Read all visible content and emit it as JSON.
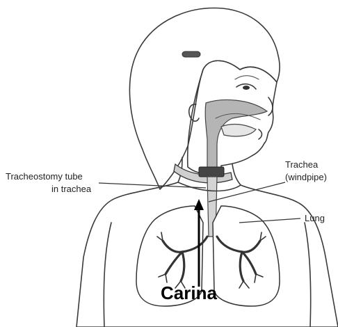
{
  "labels": {
    "tube_line1": "Tracheostomy tube",
    "tube_line2": "in trachea",
    "trachea_line1": "Trachea",
    "trachea_line2": "(windpipe)",
    "lung": "Lung",
    "carina": "Carina"
  }
}
